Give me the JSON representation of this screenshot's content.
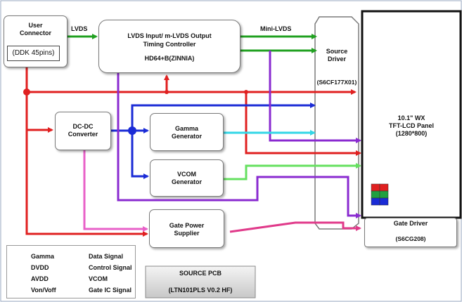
{
  "blocks": {
    "user_connector": {
      "title_l1": "User",
      "title_l2": "Connector",
      "sub": "(DDK 45pins)"
    },
    "timing_controller": {
      "l1": "LVDS Input/ m-LVDS Output",
      "l2": "Timing Controller",
      "l3": "HD64+B(ZINNIA)"
    },
    "source_driver": {
      "l1": "Source",
      "l2": "Driver",
      "l3": "(S6CF177X01)"
    },
    "lcd_panel": {
      "l1": "10.1\" WX",
      "l2": "TFT-LCD Panel",
      "l3": "(1280*800)"
    },
    "dcdc": {
      "l1": "DC-DC",
      "l2": "Converter"
    },
    "gamma": {
      "l1": "Gamma",
      "l2": "Generator"
    },
    "vcom": {
      "l1": "VCOM",
      "l2": "Generator"
    },
    "gate_power": {
      "l1": "Gate Power",
      "l2": "Supplier"
    },
    "gate_driver": {
      "l1": "Gate Driver",
      "l2": "(S6CG208)"
    },
    "source_pcb": {
      "l1": "SOURCE PCB",
      "l2": "(LTN101PLS V0.2 HF)"
    }
  },
  "signals": {
    "lvds": "LVDS",
    "mini_lvds": "Mini-LVDS"
  },
  "legend": [
    {
      "label": "Gamma",
      "color": "#33d6e6"
    },
    {
      "label": "DVDD",
      "color": "#e02020"
    },
    {
      "label": "AVDD",
      "color": "#1a2bd6"
    },
    {
      "label": "Von/Voff",
      "color": "#e860c8"
    },
    {
      "label": "Data Signal",
      "color": "#20a020"
    },
    {
      "label": "Control Signal",
      "color": "#8a2bd0"
    },
    {
      "label": "VCOM",
      "color": "#66e060"
    },
    {
      "label": "Gate IC Signal",
      "color": "#e03a8a"
    }
  ],
  "colors": {
    "gamma": "#33d6e6",
    "dvdd": "#e02020",
    "avdd": "#1a2bd6",
    "vonvoff": "#e860c8",
    "data": "#20a020",
    "control": "#8a2bd0",
    "vcom": "#66e060",
    "gateic": "#e03a8a"
  }
}
